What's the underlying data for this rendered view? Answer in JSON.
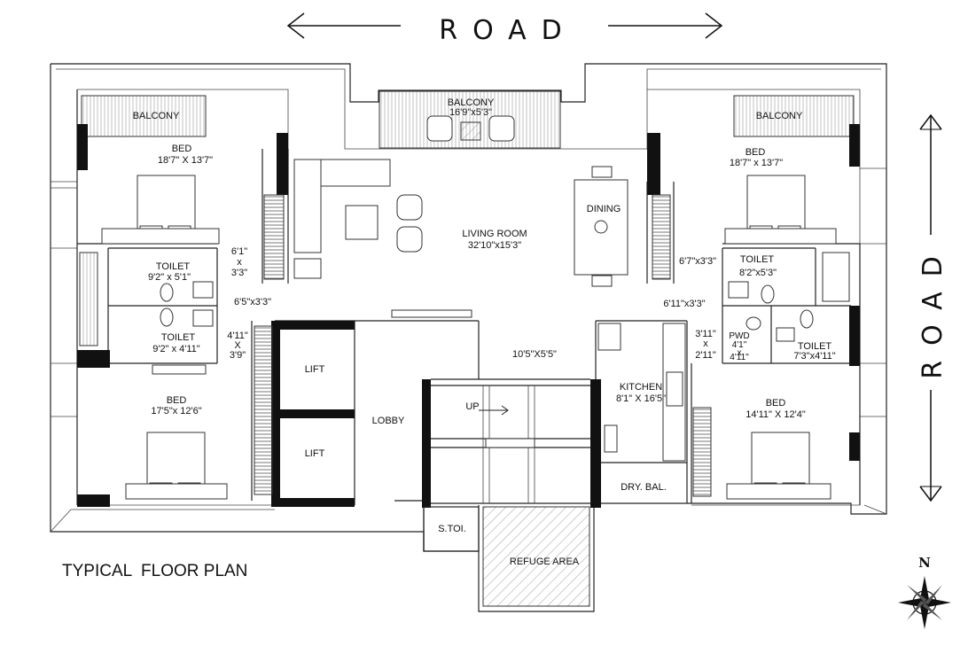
{
  "road": {
    "top": "ROAD",
    "right": "ROAD"
  },
  "plan_title": "TYPICAL  FLOOR PLAN",
  "compass": {
    "label": "N"
  },
  "colors": {
    "wall": "#111111",
    "line": "#222222",
    "background": "#ffffff",
    "hatch": "#888888"
  },
  "rooms": {
    "balcony_left": {
      "name": "BALCONY"
    },
    "balcony_center": {
      "name": "BALCONY",
      "size": "16'9\"x5'3\""
    },
    "balcony_right": {
      "name": "BALCONY"
    },
    "bed_top_left": {
      "name": "BED",
      "size": "18'7\" X 13'7\""
    },
    "bed_top_right": {
      "name": "BED",
      "size": "18'7\" x 13'7\""
    },
    "bed_bottom_left": {
      "name": "BED",
      "size": "17'5\"x 12'6\""
    },
    "bed_bottom_right": {
      "name": "BED",
      "size": "14'11\" X 12'4\""
    },
    "living": {
      "name": "LIVING  ROOM",
      "size": "32'10\"x15'3\""
    },
    "dining": {
      "name": "DINING"
    },
    "toilet_left_1": {
      "name": "TOILET",
      "size": "9'2\" x 5'1\""
    },
    "toilet_left_2": {
      "name": "TOILET",
      "size": "9'2\" x 4'11\""
    },
    "toilet_right_1": {
      "name": "TOILET",
      "size": "8'2\"x5'3\""
    },
    "toilet_right_2": {
      "name": "TOILET",
      "size": "7'3\"x4'11\""
    },
    "pwd": {
      "name": "PWD",
      "w": "4'1\"",
      "x": "x",
      "h": "4'11\""
    },
    "kitchen": {
      "name": "KITCHEN",
      "size": "8'1\" X 16'5\""
    },
    "dry_bal": {
      "name": "DRY. BAL."
    },
    "lift_1": {
      "name": "LIFT"
    },
    "lift_2": {
      "name": "LIFT"
    },
    "lobby": {
      "name": "LOBBY"
    },
    "up": {
      "name": "UP"
    },
    "s_toi": {
      "name": "S.TOI."
    },
    "refuge": {
      "name": "REFUGE AREA"
    }
  },
  "dims": {
    "d1": {
      "a": "6'1\"",
      "x": "x",
      "b": "3'3\""
    },
    "d2": "6'5\"x3'3\"",
    "d3": {
      "a": "4'11\"",
      "x": "X",
      "b": "3'9\""
    },
    "d4": "6'7\"x3'3\"",
    "d5": "6'11\"x3'3\"",
    "d6": {
      "a": "3'11\"",
      "x": "x",
      "b": "2'11\""
    },
    "d7": "10'5\"X5'5\""
  }
}
